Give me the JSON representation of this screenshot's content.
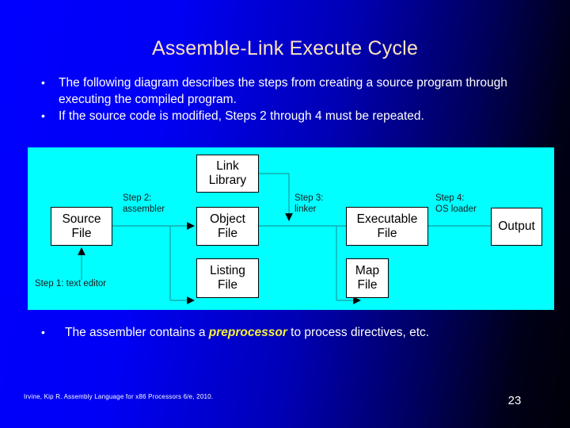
{
  "slide": {
    "title": "Assemble-Link Execute Cycle",
    "page_number": "23",
    "citation": "Irvine, Kip R. Assembly Language for x86 Processors 6/e, 2010.",
    "bullet_marker": "•",
    "colors": {
      "background_left": "#0000ff",
      "background_right": "#000008",
      "title": "#fde2c0",
      "body_text": "#ffffff",
      "diagram_background": "#00ffff",
      "node_fill": "#ffffff",
      "node_border": "#000000",
      "keyword": "#f5f13a"
    }
  },
  "bullets_top": [
    {
      "text": "The following diagram describes the steps from creating a source program through executing the compiled program."
    },
    {
      "text": "If the source code is modified, Steps 2 through 4 must be repeated."
    }
  ],
  "bullet_bottom": {
    "before": "The assembler contains a ",
    "keyword": "preprocessor",
    "after": " to process directives, etc."
  },
  "diagram": {
    "nodes": [
      {
        "id": "link-library",
        "line1": "Link",
        "line2": "Library"
      },
      {
        "id": "source-file",
        "line1": "Source",
        "line2": "File"
      },
      {
        "id": "object-file",
        "line1": "Object",
        "line2": "File"
      },
      {
        "id": "listing-file",
        "line1": "Listing",
        "line2": "File"
      },
      {
        "id": "executable-file",
        "line1": "Executable",
        "line2": "File"
      },
      {
        "id": "map-file",
        "line1": "Map",
        "line2": "File"
      },
      {
        "id": "output",
        "line1": "Output",
        "line2": ""
      }
    ],
    "step_labels": [
      {
        "id": "step-1",
        "line1": "Step 1: text editor",
        "line2": ""
      },
      {
        "id": "step-2",
        "line1": "Step 2:",
        "line2": "assembler"
      },
      {
        "id": "step-3",
        "line1": "Step 3:",
        "line2": "linker"
      },
      {
        "id": "step-4",
        "line1": "Step 4:",
        "line2": "OS loader"
      }
    ]
  }
}
